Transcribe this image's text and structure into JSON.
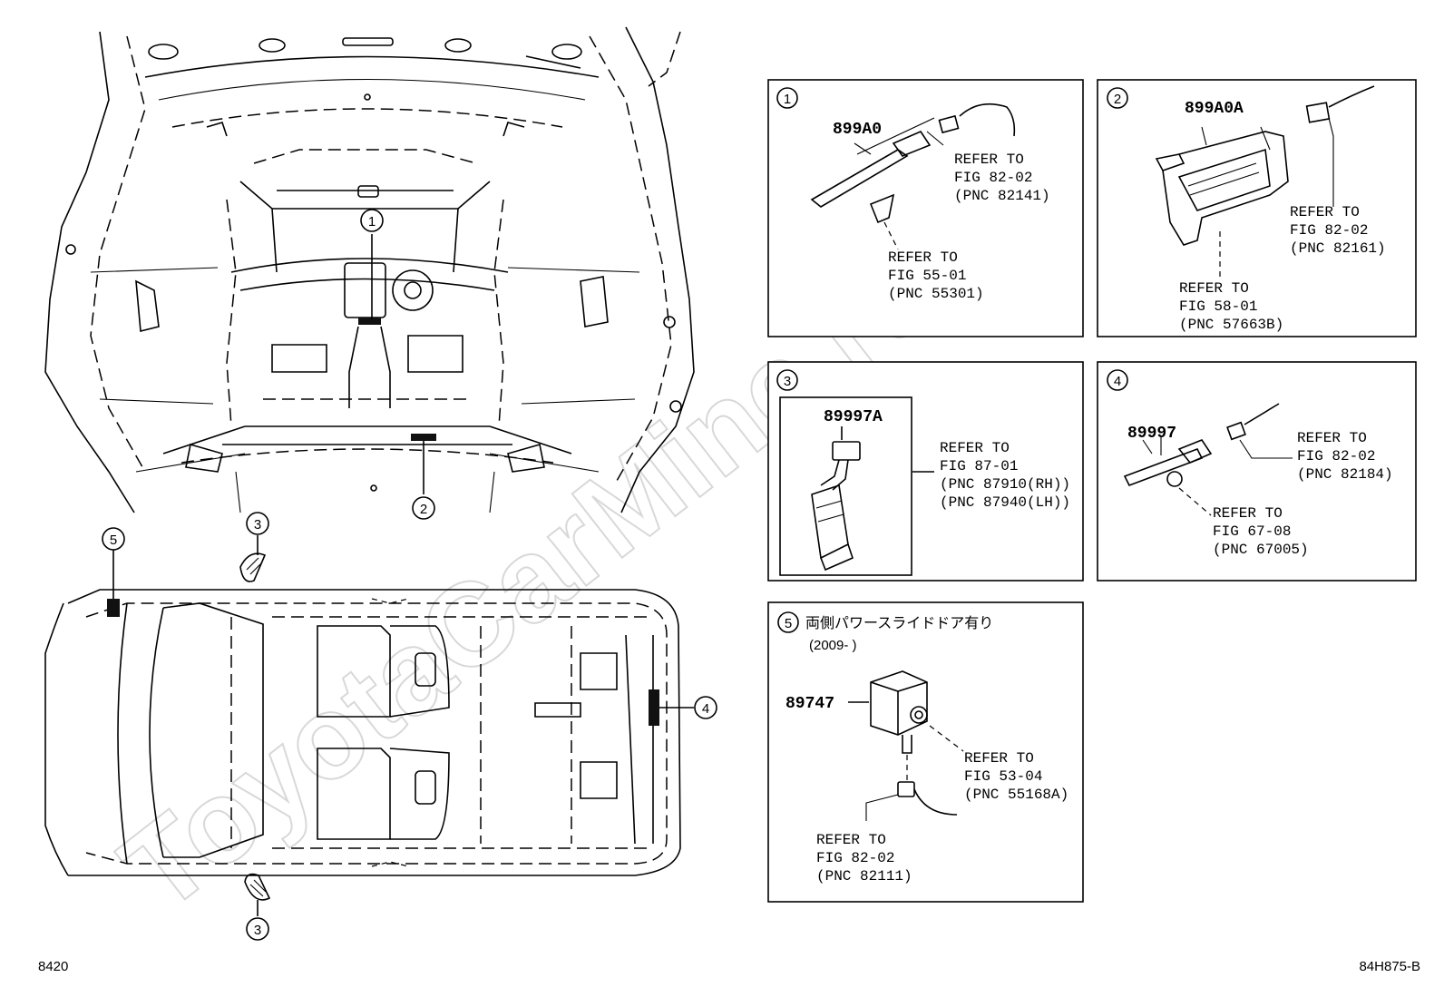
{
  "watermark": "ToyotaCarMine.ru",
  "footer": {
    "left_code": "8420",
    "right_code": "84H875-B"
  },
  "callout_markers": {
    "interior_1": "1",
    "interior_2": "2",
    "top_3_upper": "3",
    "top_3_lower": "3",
    "top_4": "4",
    "top_5": "5"
  },
  "panels": [
    {
      "id": "1",
      "part_number": "899A0",
      "refs": [
        {
          "line1": "REFER TO",
          "line2": "FIG 82-02",
          "line3": "(PNC 82141)"
        },
        {
          "line1": "REFER TO",
          "line2": "FIG 55-01",
          "line3": "(PNC 55301)"
        }
      ]
    },
    {
      "id": "2",
      "part_number": "899A0A",
      "refs": [
        {
          "line1": "REFER TO",
          "line2": "FIG 82-02",
          "line3": "(PNC 82161)"
        },
        {
          "line1": "REFER TO",
          "line2": "FIG 58-01",
          "line3": "(PNC 57663B)"
        }
      ]
    },
    {
      "id": "3",
      "part_number": "89997A",
      "refs": [
        {
          "line1": "REFER TO",
          "line2": "FIG 87-01",
          "line3": "(PNC 87910(RH))",
          "line4": "(PNC 87940(LH))"
        }
      ]
    },
    {
      "id": "4",
      "part_number": "89997",
      "refs": [
        {
          "line1": "REFER TO",
          "line2": "FIG 82-02",
          "line3": "(PNC 82184)"
        },
        {
          "line1": "REFER TO",
          "line2": "FIG 67-08",
          "line3": "(PNC 67005)"
        }
      ]
    },
    {
      "id": "5",
      "part_number": "89747",
      "note": "両側パワースライドドア有り",
      "date_range": "(2009-       )",
      "refs": [
        {
          "line1": "REFER TO",
          "line2": "FIG 53-04",
          "line3": "(PNC 55168A)"
        },
        {
          "line1": "REFER TO",
          "line2": "FIG 82-02",
          "line3": "(PNC 82111)"
        }
      ]
    }
  ]
}
